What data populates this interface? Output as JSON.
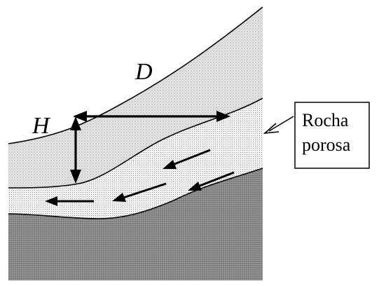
{
  "labels": {
    "depth": "D",
    "height": "H",
    "porous_rock_line1": "Rocha",
    "porous_rock_line2": "porosa"
  }
}
